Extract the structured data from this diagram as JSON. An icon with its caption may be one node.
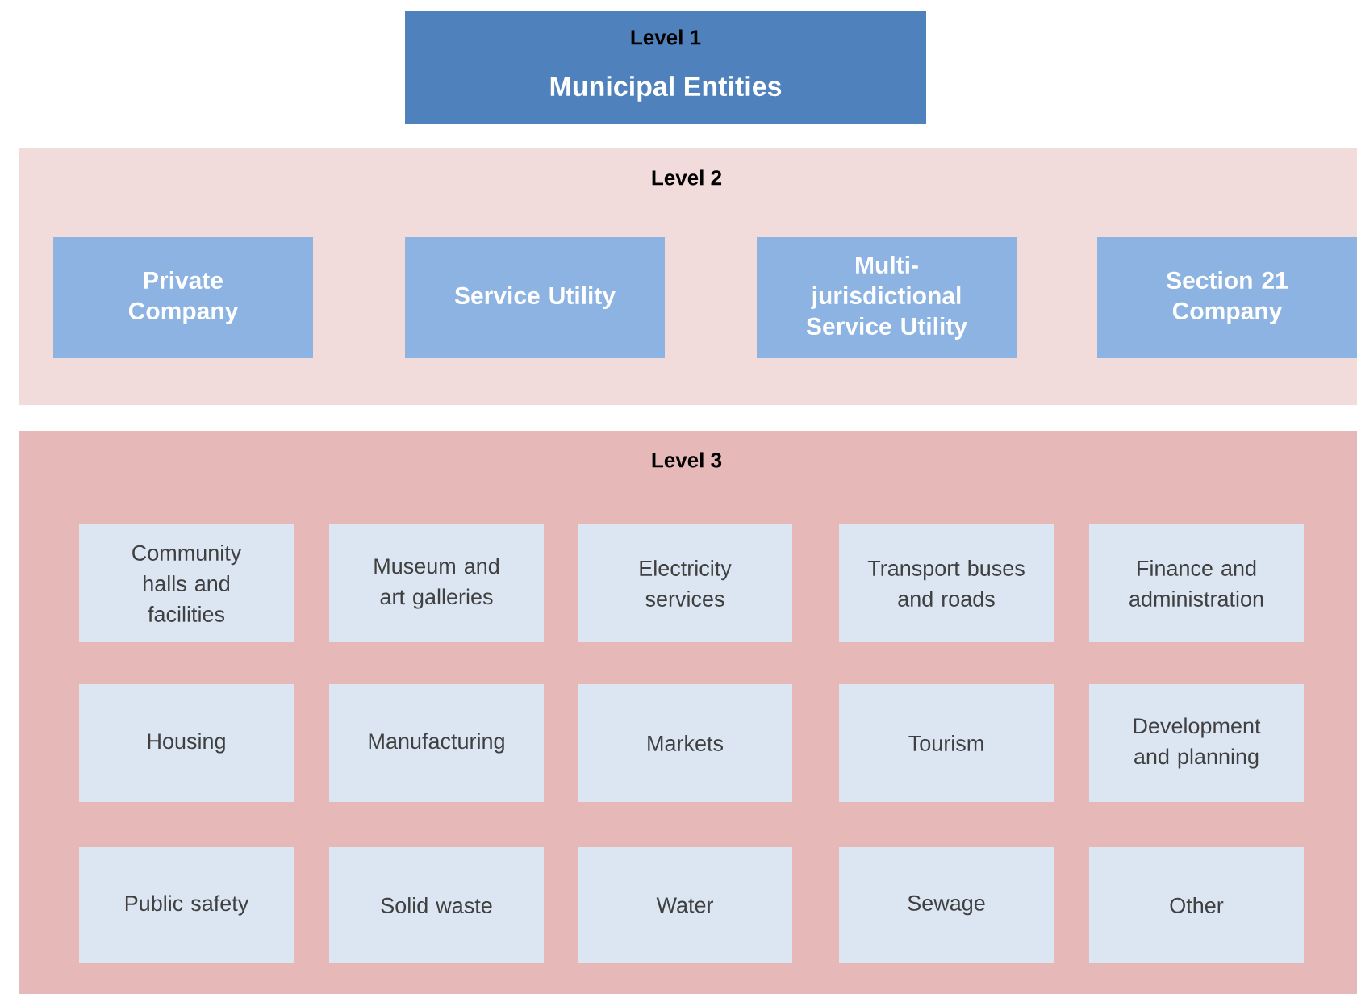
{
  "diagram": {
    "nodes": [
      {
        "text": [
          "Level 1",
          "Municipal Entities"
        ]
      },
      {
        "text": [
          "Level 2"
        ]
      },
      {
        "text": [
          "Private Company"
        ],
        "in": 1
      },
      {
        "text": [
          "Service Utility"
        ],
        "in": 1
      },
      {
        "text": [
          "Multi-jurisdictional Service Utility"
        ],
        "in": 1
      },
      {
        "text": [
          "Section 21 Company"
        ],
        "in": 1
      },
      {
        "text": [
          "Level 3"
        ]
      },
      {
        "text": [
          "Community halls and facilities"
        ],
        "in": 6
      },
      {
        "text": [
          "Museum and art galleries"
        ],
        "in": 6
      },
      {
        "text": [
          "Electricity services"
        ],
        "in": 6
      },
      {
        "text": [
          "Transport buses and roads"
        ],
        "in": 6
      },
      {
        "text": [
          "Finance and administration"
        ],
        "in": 6
      },
      {
        "text": [
          "Housing"
        ],
        "in": 6
      },
      {
        "text": [
          "Manufacturing"
        ],
        "in": 6
      },
      {
        "text": [
          "Markets"
        ],
        "in": 6
      },
      {
        "text": [
          "Tourism"
        ],
        "in": 6
      },
      {
        "text": [
          "Development and planning"
        ],
        "in": 6
      },
      {
        "text": [
          "Public safety"
        ],
        "in": 6
      },
      {
        "text": [
          "Solid waste"
        ],
        "in": 6
      },
      {
        "text": [
          "Water"
        ],
        "in": 6
      },
      {
        "text": [
          "Sewage"
        ],
        "in": 6
      },
      {
        "text": [
          "Other"
        ],
        "in": 6
      }
    ]
  }
}
